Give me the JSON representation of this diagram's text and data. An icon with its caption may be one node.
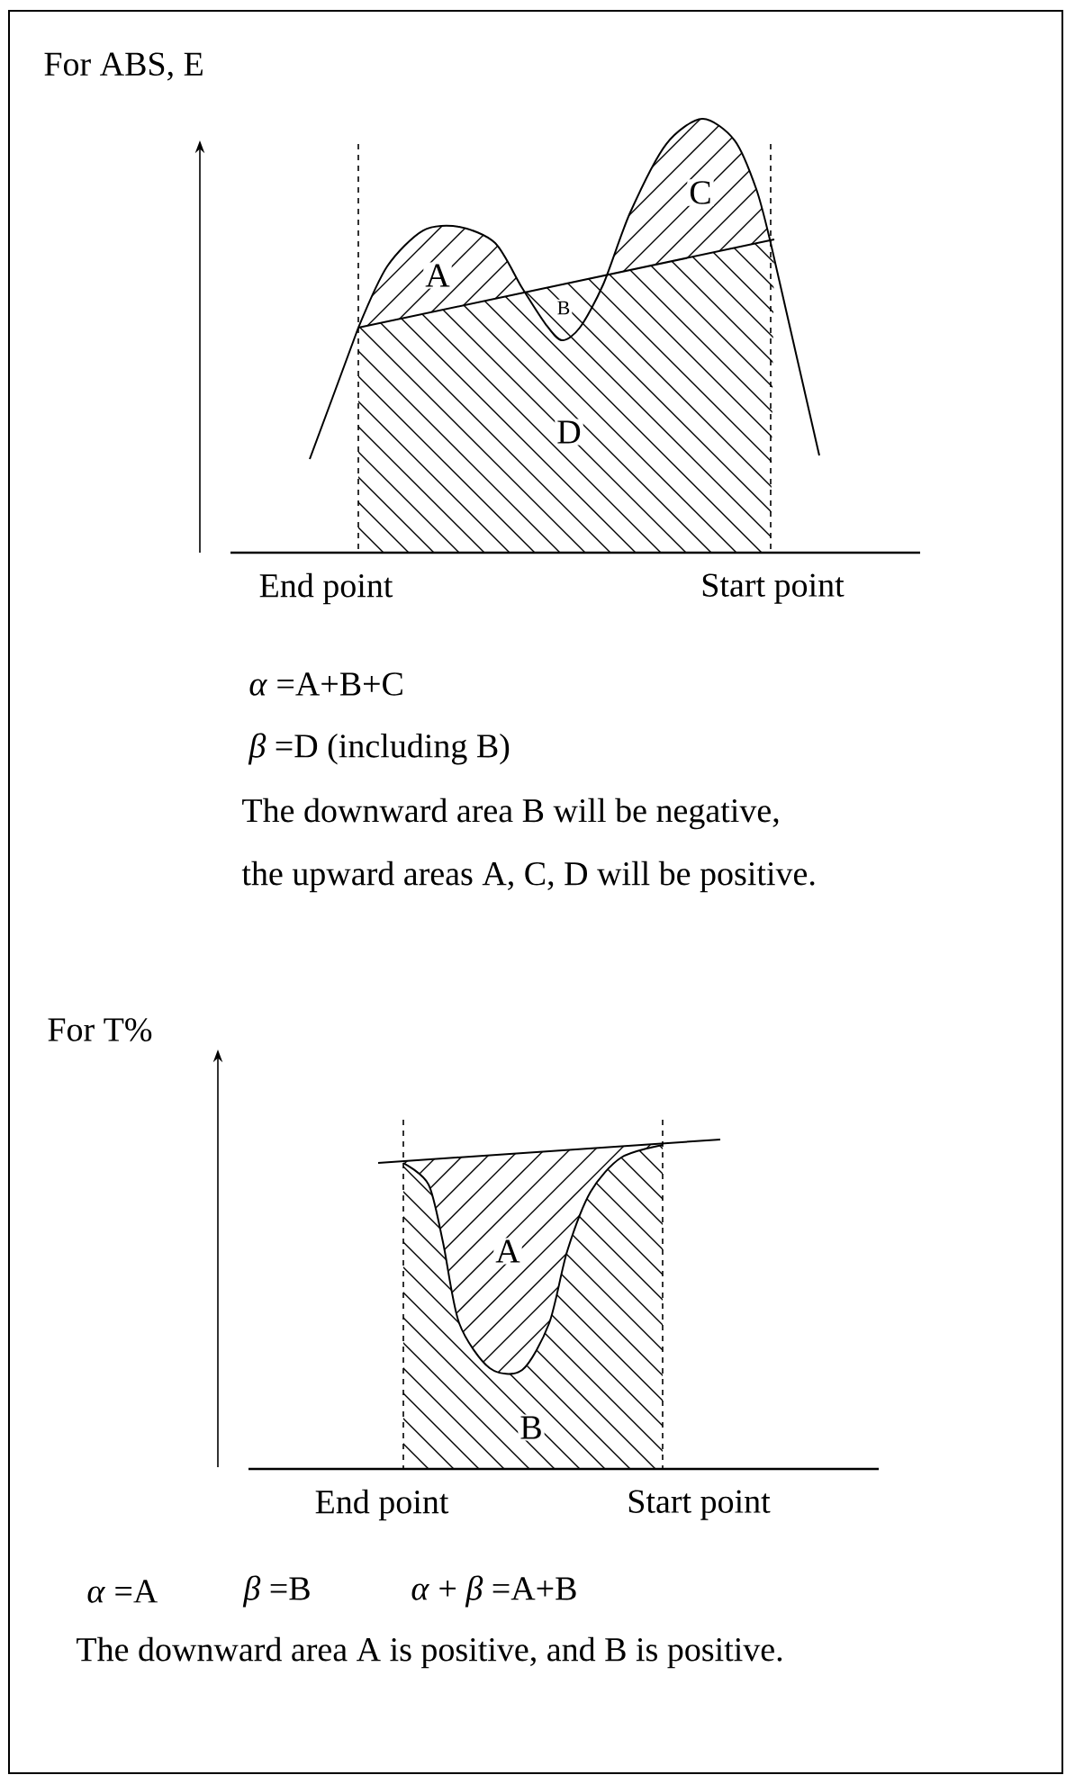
{
  "diagram": {
    "labels": [
      "For ABS, E",
      "C",
      "A",
      "B",
      "D",
      "End point",
      "Start point",
      "*α* =A+B+C",
      "*β* =D (including B)",
      "The downward area B will be negative,",
      "the upward areas A, C, D will be positive.",
      "For T%",
      "A",
      "B",
      "End point",
      "Start point",
      "*α* =A",
      "*β* =B",
      "*α* + *β* =A+B",
      "The downward area A is positive, and B is positive."
    ]
  }
}
